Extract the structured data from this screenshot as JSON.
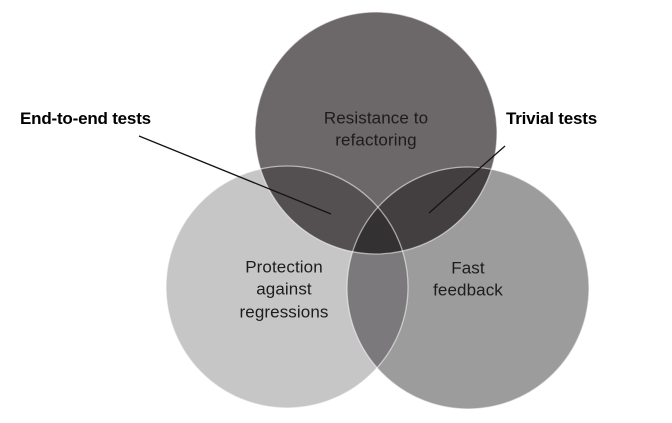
{
  "venn": {
    "background": "#ffffff",
    "circles": [
      {
        "name": "resistance-to-refactoring",
        "label": "Resistance to\nrefactoring",
        "color": "#6c6769"
      },
      {
        "name": "protection-against-regressions",
        "label": "Protection\nagainst\nregressions",
        "color": "#c7c6c7"
      },
      {
        "name": "fast-feedback",
        "label": "Fast\nfeedback",
        "color": "#9d9c9d"
      }
    ],
    "callouts": [
      {
        "label": "End-to-end tests"
      },
      {
        "label": "Trivial tests"
      }
    ],
    "line_color": "#141414",
    "circle_outline_color": "#ffffff"
  }
}
